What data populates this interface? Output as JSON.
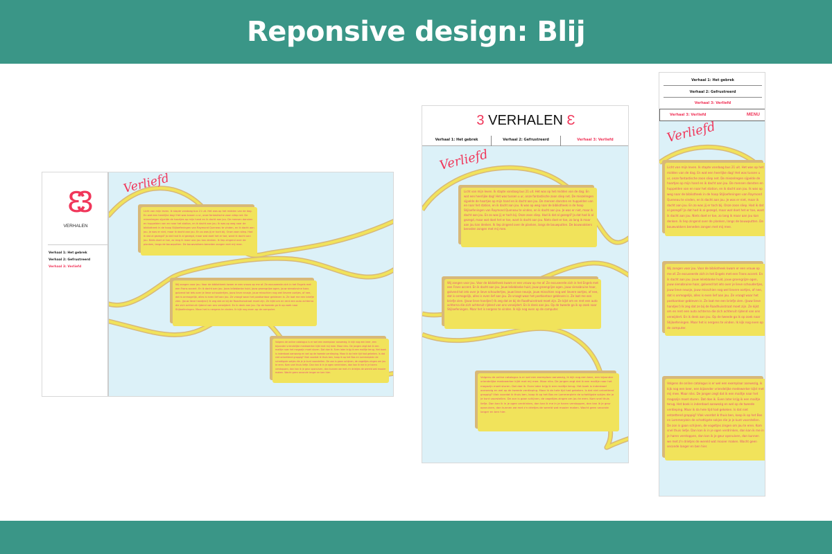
{
  "header": {
    "title": "Reponsive design: Blij"
  },
  "site": {
    "logo_text": "VERHALEN",
    "logo_symbol_left": "3",
    "logo_symbol_right": "Ɛ",
    "nav": [
      "Verhaal 1: Het gebrek",
      "Verhaal 2: Gefrustreerd",
      "Verhaal 3: Verliefd"
    ],
    "active_index": 2,
    "menu_label": "MENU",
    "story_title": "Verliefd",
    "paragraphs": [
      "Licht van mijn leven. Ik stapte vandaag bus 21 uit. Het was op het midden van de dag. En wat een heerlijke dag! Het was tussen u ur, onze fantastische zoon sliep net. De miezelregen sijpelde de haartjes op mijn hand en ik dacht aan jou. De mensen dansten en huppelden van en naar het station, en ik dacht aan jou. Ik was op weg naar de bibliotheek in de hoop Stijloefeningen van Raymond Queneau te vinden, en ik dacht aan jou. Je was er niet, maar ik dacht aan jou. En zo was jij er toch bij. Onze zoon sliep. Had ik dat al gezegd? Ja dat had ik al gezegd, maar wat doet het er toe, want ik dacht aan jou. Niets doet er toe, zo lang ik maar aan jou kan denken. Ik liep zingend over de planken, langs de bouwputten. De bouwvakkers beneden zongen met mij mee.",
      "Wij zongen voor jou. Voor de bibliotheek kwam er een vrouw op me af. Ze excuseerde zich in het Engels met een Frans accent. En ik dacht aan jou. Jouw lelieblanke huid, jouw groengrijze ogen, jouw sienabruine haar, golvend tot iets over je lieve schoudertjes, jouw lieve neusje, jouw misschien nog wel lievere oortjes, of nee, dat is onmogelijk, alles is even lief aan jou. Ze vraagt waar het postkantoor gebleven is. Ze laat me een briefje zien. (Jouw lieve handjes!) Ik zeg dat ze bij de Raadhuisstraat moet zijn. Ze kijkt om en rent een auto achterna die zich achteruit rijdend van ons verwijdert. En ik denk aan jou. Op de tweede ga ik op zoek naar Stijloefeningen. Maar het is nergens te vinden. Ik kijk nog even op de computer.",
      "Volgens de online catalogus is er wel een exemplaar aanwezig, ik kijk nog een keer, een bijzonder vriendelijke medewerker kijkt met mij mee. Maar niks. De jongen zegt dat ik een mailtje naar het magazijn moet sturen. Dat doe ik. Even later krijg ik een mailtje terug. Het boek is inderdaad aanwezig en wel op de tweede verdieping. Maar ik da hele tijd had gekeken. Is dat niet ontzettend grappig? Vlak voordat ik thuis ben, koop ik op het Bos en Lommerplein de schattigste sokjes die je je kunt voorstellen. De zon is gaan schijnen, de vogeltjes zingen om jou te eren. Kom snel thuis liefje. Dan kan ik in je ogen verdrinken, dan kan ik me in je haren verstoppen, dan kan ik je geur opsnuiven, dan kunnen we met z'n drietjes de wereld wat mooier maken. Wacht geen seconde langer en ben hier."
    ]
  },
  "colors": {
    "brand": "#3a9687",
    "accent": "#f0365a",
    "box": "#f1e35b",
    "box_text": "#e8507a",
    "background": "#dcf1f8"
  }
}
